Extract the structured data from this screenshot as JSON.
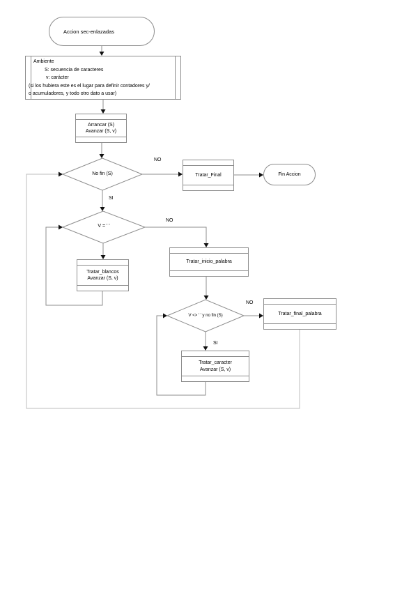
{
  "page": {
    "background": "#ffffff"
  },
  "colors": {
    "line": "#8c8c8c",
    "outer_loop_line": "#bdbdbd",
    "arrow": "#000000",
    "text": "#000000",
    "shape_fill": "#ffffff"
  },
  "nodes": {
    "start": {
      "label": "Accion sec-enlazadas"
    },
    "ambiente": {
      "lines": [
        "Ambiente",
        "S: secuencia de caracteres",
        "v: carácter",
        "(si los hubiera este es el lugar para definir contadores y/",
        "o acumuladores, y todo otro dato a usar)"
      ]
    },
    "arrancar": {
      "lines": [
        "Arrancar (S)",
        "Avanzar (S, v)"
      ]
    },
    "no_fin": {
      "label": "No fin (S)"
    },
    "tratar_final": {
      "label": "Tratar_Final"
    },
    "fin_accion": {
      "label": "Fin Accion"
    },
    "v_igual_blanco": {
      "label": "V = ' '"
    },
    "tratar_inicio_palabra": {
      "label": "Tratar_inicio_palabra"
    },
    "tratar_blancos": {
      "lines": [
        "Tratar_blancos",
        "Avanzar (S, v)"
      ]
    },
    "v_distinto_blanco": {
      "label": "V <> ' ' y no fin (S)"
    },
    "tratar_final_palabra": {
      "label": "Tratar_final_palabra"
    },
    "tratar_caracter": {
      "lines": [
        "Tratar_caracter",
        "Avanzar (S, v)"
      ]
    }
  },
  "edge_labels": {
    "no_fin_no": "NO",
    "no_fin_si": "SI",
    "v_igual_no": "NO",
    "v_distinto_no": "NO",
    "v_distinto_si": "SI"
  }
}
